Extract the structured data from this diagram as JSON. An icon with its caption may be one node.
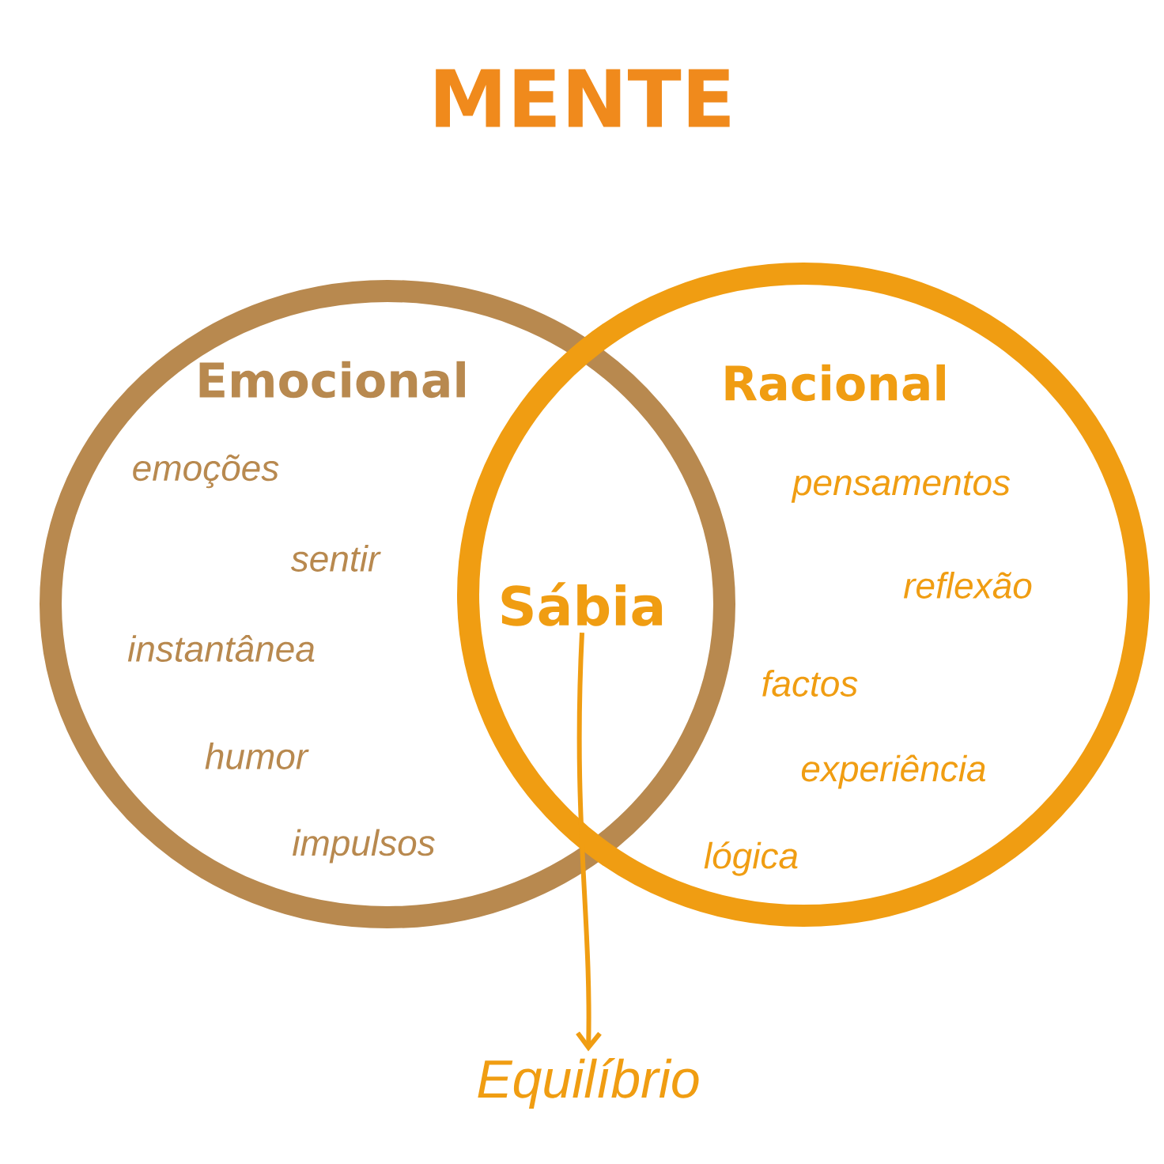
{
  "diagram": {
    "title": "MENTE",
    "nodes": [
      {
        "text": [
          "Emocional",
          "emoções",
          "sentir",
          "instantânea",
          "humor",
          "impulsos"
        ]
      },
      {
        "text": [
          "Racional",
          "pensamentos",
          "reflexão",
          "factos",
          "experiência",
          "lógica"
        ]
      },
      {
        "text": [
          "Sábia"
        ]
      },
      {
        "text": [
          "Equilíbrio"
        ]
      }
    ],
    "edges": [
      {
        "from": 2,
        "to": 3,
        "arrow": "to"
      }
    ]
  }
}
